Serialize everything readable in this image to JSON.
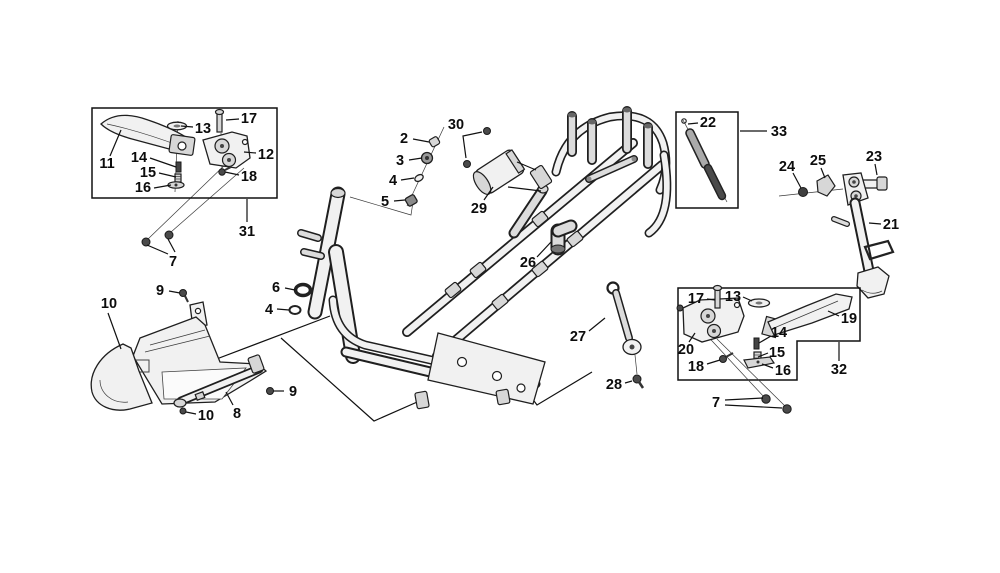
{
  "figure": {
    "type": "exploded-parts-diagram",
    "subject": "scooter frame, floor panel, footrests and side stand",
    "background_color": "#ffffff",
    "line_color": "#1a1a1a",
    "part_fill_light": "#f1f1f1",
    "part_fill_mid": "#d7d7d7",
    "part_fill_dark": "#4a4a4a"
  },
  "callouts": {
    "c11": "11",
    "c13_left": "13",
    "c17_left": "17",
    "c12": "12",
    "c14_left": "14",
    "c15_left": "15",
    "c16_left": "16",
    "c18_left": "18",
    "c31": "31",
    "c2": "2",
    "c3": "3",
    "c4_upper": "4",
    "c5": "5",
    "c30": "30",
    "c29": "29",
    "c26": "26",
    "c27": "27",
    "c28": "28",
    "c22": "22",
    "c33": "33",
    "c24": "24",
    "c25": "25",
    "c23": "23",
    "c21": "21",
    "c17_right": "17",
    "c13_right": "13",
    "c19": "19",
    "c14_right": "14",
    "c20": "20",
    "c15_right": "15",
    "c18_right": "18",
    "c16_right": "16",
    "c32": "32",
    "c7_right": "7",
    "c9_upper": "9",
    "c10_upper": "10",
    "c6": "6",
    "c4_lower": "4",
    "c7_left": "7",
    "c9_lower": "9",
    "c10_lower": "10",
    "c8": "8"
  }
}
